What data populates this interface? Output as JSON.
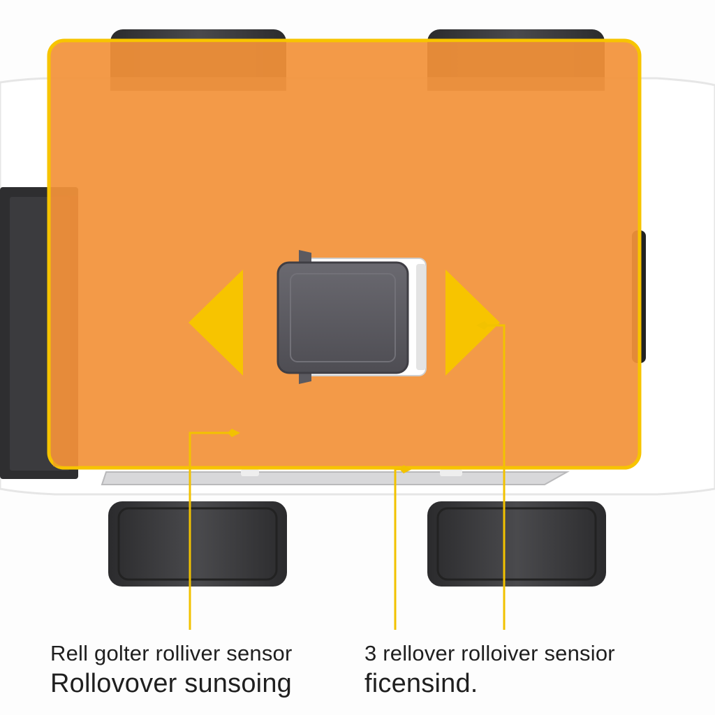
{
  "captions": {
    "left": {
      "line1": "Rell golter rolliver sensor",
      "line2": "Rollovover sunsoing"
    },
    "right": {
      "line1": "3 rellover rolloiver sensior",
      "line2": "ficensind."
    }
  },
  "colors": {
    "overlay_orange": "#f2923a",
    "highlight_yellow": "#f7c400",
    "leader_yellow": "#f2c200",
    "sensor_body": "#5b5a60",
    "tire_dark": "#3a3a3c",
    "vehicle_white": "#ffffff"
  },
  "icons": {
    "left_arrow": "triangle-left-icon",
    "right_arrow": "triangle-right-icon",
    "sensor": "rollover-sensor-module"
  }
}
